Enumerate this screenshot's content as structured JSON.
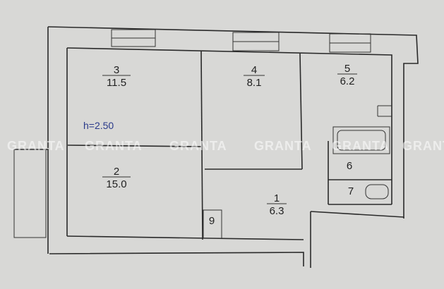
{
  "rooms": [
    {
      "number": "3",
      "area": "11.5"
    },
    {
      "number": "4",
      "area": "8.1"
    },
    {
      "number": "5",
      "area": "6.2"
    },
    {
      "number": "2",
      "area": "15.0"
    },
    {
      "number": "1",
      "area": "6.3"
    },
    {
      "number": "6"
    },
    {
      "number": "7"
    },
    {
      "number": "9"
    }
  ],
  "ceiling_height": "h=2.50",
  "watermark": "GRANTA"
}
